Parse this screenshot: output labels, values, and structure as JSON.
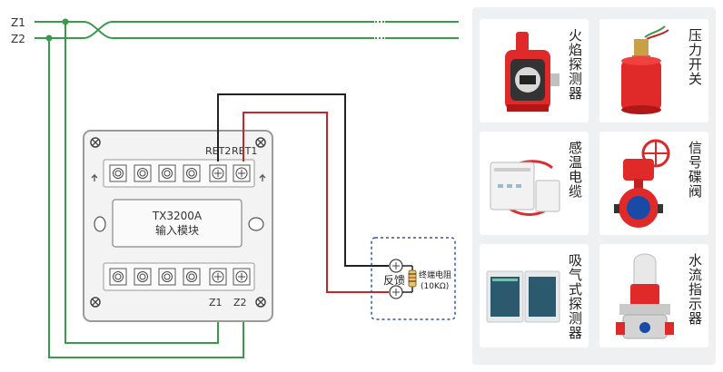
{
  "lines": {
    "z1": "Z1",
    "z2": "Z2"
  },
  "module": {
    "model": "TX3200A",
    "name": "输入模块",
    "ret2": "RET2",
    "ret1": "RET1",
    "bottom_z1": "Z1",
    "bottom_z2": "Z2"
  },
  "feedback": {
    "label": "反馈",
    "resistor_label": "终端电阻",
    "resistor_value": "(10KΩ)"
  },
  "devices": [
    {
      "label": "火焰探测器",
      "icon": "flame-detector-icon"
    },
    {
      "label": "压力开关",
      "icon": "pressure-switch-icon"
    },
    {
      "label": "感温电缆",
      "icon": "heat-cable-icon"
    },
    {
      "label": "信号碟阀",
      "icon": "signal-butterfly-valve-icon"
    },
    {
      "label": "吸气式探测器",
      "icon": "aspirating-detector-icon"
    },
    {
      "label": "水流指示器",
      "icon": "water-flow-indicator-icon"
    }
  ],
  "colors": {
    "bus": "#3a9a4c",
    "black_wire": "#222222",
    "red_wire": "#c0282c",
    "device_red": "#e02a2a",
    "dashed_box": "#2a5aa0"
  }
}
